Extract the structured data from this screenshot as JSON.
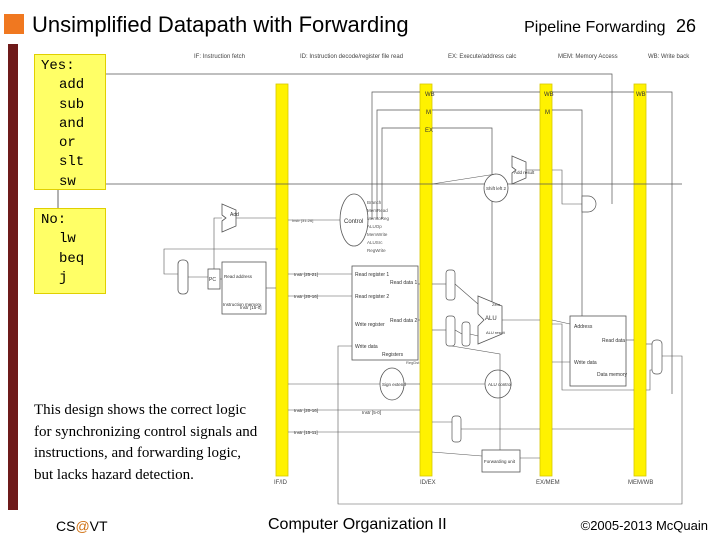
{
  "header": {
    "title": "Unsimplified Datapath with Forwarding",
    "subtitle": "Pipeline Forwarding",
    "page_number": "26"
  },
  "callouts": {
    "yes_label": "Yes:",
    "yes_items": [
      "add",
      "sub",
      "and",
      "or",
      "slt",
      "sw"
    ],
    "no_label": "No:",
    "no_items": [
      "lw",
      "beq",
      "j"
    ],
    "description": "This design shows the correct logic for synchronizing control signals and instructions, and forwarding logic, but lacks hazard detection."
  },
  "diagram": {
    "stage_labels": [
      "IF: Instruction fetch",
      "ID: Instruction decode/register file read",
      "EX: Execute/address calc",
      "MEM: Memory Access",
      "WB: Write back"
    ],
    "pipeline_registers": [
      "IF/ID",
      "ID/EX",
      "EX/MEM",
      "MEM/WB"
    ],
    "control_labels": [
      "WB",
      "M",
      "EX",
      "WB",
      "M",
      "WB"
    ],
    "blocks": [
      "Control",
      "Read register 1",
      "Read register 2",
      "Write register",
      "Write data",
      "Read data 1",
      "Read data 2",
      "Registers",
      "ALU",
      "ALU result",
      "Zero",
      "Address",
      "Read data",
      "Write data",
      "Data memory",
      "ALU control",
      "Forwarding unit",
      "Sign extend",
      "Shift left 2",
      "Add",
      "Add result",
      "Instruction memory",
      "Read address",
      "PC"
    ],
    "field_labels": [
      "Instr [25-21]",
      "Instr [20-16]",
      "Instr [15-0]",
      "Instr [20-16]",
      "Instr [15-11]",
      "Instr [5-0]"
    ],
    "colors": {
      "pipeline_bar": "#fff200",
      "wire": "#555555"
    }
  },
  "footer": {
    "left_prefix": "CS",
    "left_at": "@",
    "left_suffix": "VT",
    "center": "Computer Organization II",
    "right": "©2005-2013 McQuain"
  }
}
